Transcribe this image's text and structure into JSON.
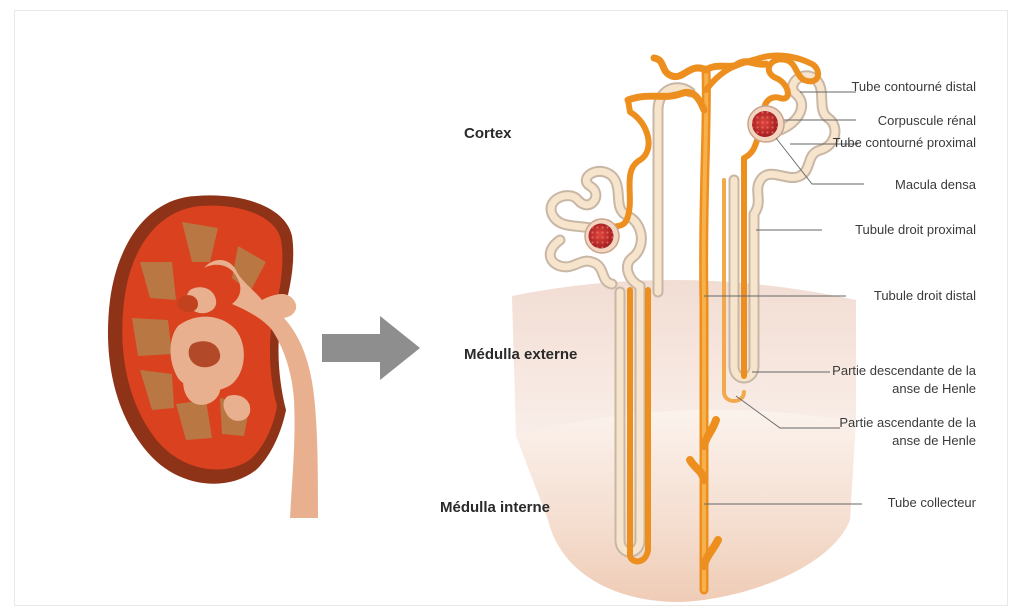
{
  "regions": {
    "cortex": "Cortex",
    "outer_medulla": "Médulla externe",
    "inner_medulla": "Médulla interne"
  },
  "labels": {
    "distal_convoluted_tube": "Tube contourné distal",
    "renal_corpuscle": "Corpuscule rénal",
    "proximal_convoluted_tube": "Tube contourné proximal",
    "macula_densa": "Macula densa",
    "proximal_straight_tubule": "Tubule droit proximal",
    "distal_straight_tubule": "Tubule droit distal",
    "descending_limb": "Partie descendante de la anse de Henle",
    "ascending_limb": "Partie ascendante de la anse de Henle",
    "collecting_duct": "Tube collecteur"
  },
  "colors": {
    "kidney_cortex": "#d9411f",
    "kidney_rim": "#9a3a1c",
    "pyramids": "#b87a45",
    "pelvis": "#e8b08e",
    "tubule_orange": "#f29c2b",
    "tubule_pale": "#f3cf9e",
    "glomerulus": "#c0262a",
    "arrow": "#8e8e8e",
    "medulla_band": "#f3ddd0"
  }
}
